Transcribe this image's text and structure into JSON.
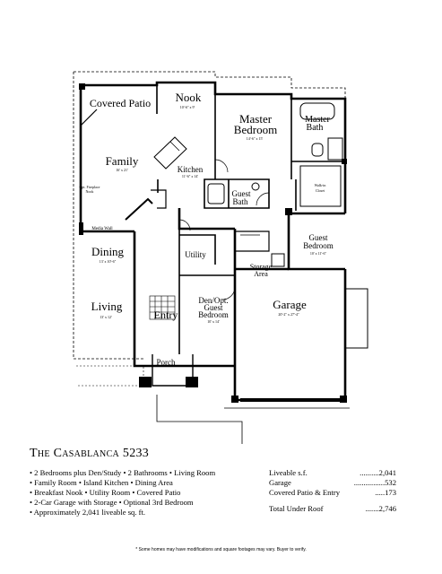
{
  "plan": {
    "rooms": {
      "covered_patio": {
        "name": "Covered Patio",
        "dims": ""
      },
      "nook": {
        "name": "Nook",
        "dims": "10'-6\" x 9'"
      },
      "master_bedroom": {
        "name": "Master",
        "name2": "Bedroom",
        "dims": "14'-6\" x 15'"
      },
      "master_bath": {
        "name": "Master",
        "name2": "Bath"
      },
      "family": {
        "name": "Family",
        "dims": "16' x 21'"
      },
      "kitchen": {
        "name": "Kitchen",
        "dims": "11'-6\" x 14'"
      },
      "guest_bath": {
        "name": "Guest",
        "name2": "Bath"
      },
      "walk_in_closet": {
        "name": "Walk-in",
        "name2": "Closet"
      },
      "optional_fireplace": {
        "name": "Opt. Fireplace",
        "name2": "Nook"
      },
      "media_wall": {
        "name": "Media Wall"
      },
      "dining": {
        "name": "Dining",
        "dims": "13' x 10'-6\""
      },
      "utility": {
        "name": "Utility"
      },
      "storage_area": {
        "name": "Storage",
        "name2": "Area"
      },
      "guest_bedroom": {
        "name": "Guest",
        "name2": "Bedroom",
        "dims": "10' x 11'-6\""
      },
      "living": {
        "name": "Living",
        "dims": "13' x 12'"
      },
      "entry": {
        "name": "Entry"
      },
      "den": {
        "name": "Den/Opt.",
        "name2": "Guest",
        "name3": "Bedroom",
        "dims": "10' x 14'"
      },
      "garage": {
        "name": "Garage",
        "dims": "20'-2\" x 27'-4\""
      },
      "porch": {
        "name": "Porch"
      }
    }
  },
  "title": {
    "prefix": "The",
    "name": "Casablanca",
    "number": "5233"
  },
  "features": [
    "• 2 Bedrooms plus Den/Study • 2 Bathrooms • Living Room",
    "• Family Room • Island Kitchen • Dining Area",
    "• Breakfast Nook • Utility Room • Covered Patio",
    "• 2-Car Garage with Storage • Optional 3rd Bedroom",
    "• Approximately 2,041 liveable sq. ft."
  ],
  "stats": [
    {
      "label": "Liveable s.f.",
      "leader": "..........",
      "value": "2,041"
    },
    {
      "label": "Garage",
      "leader": "...............",
      "value": ".532"
    },
    {
      "label": "Covered Patio & Entry",
      "leader": "....",
      "value": ".173"
    },
    {
      "label": "Total Under Roof",
      "leader": ".......",
      "value": "2,746"
    }
  ],
  "footnote": "* Some homes may have modifications and square footages may vary. Buyer to verify."
}
